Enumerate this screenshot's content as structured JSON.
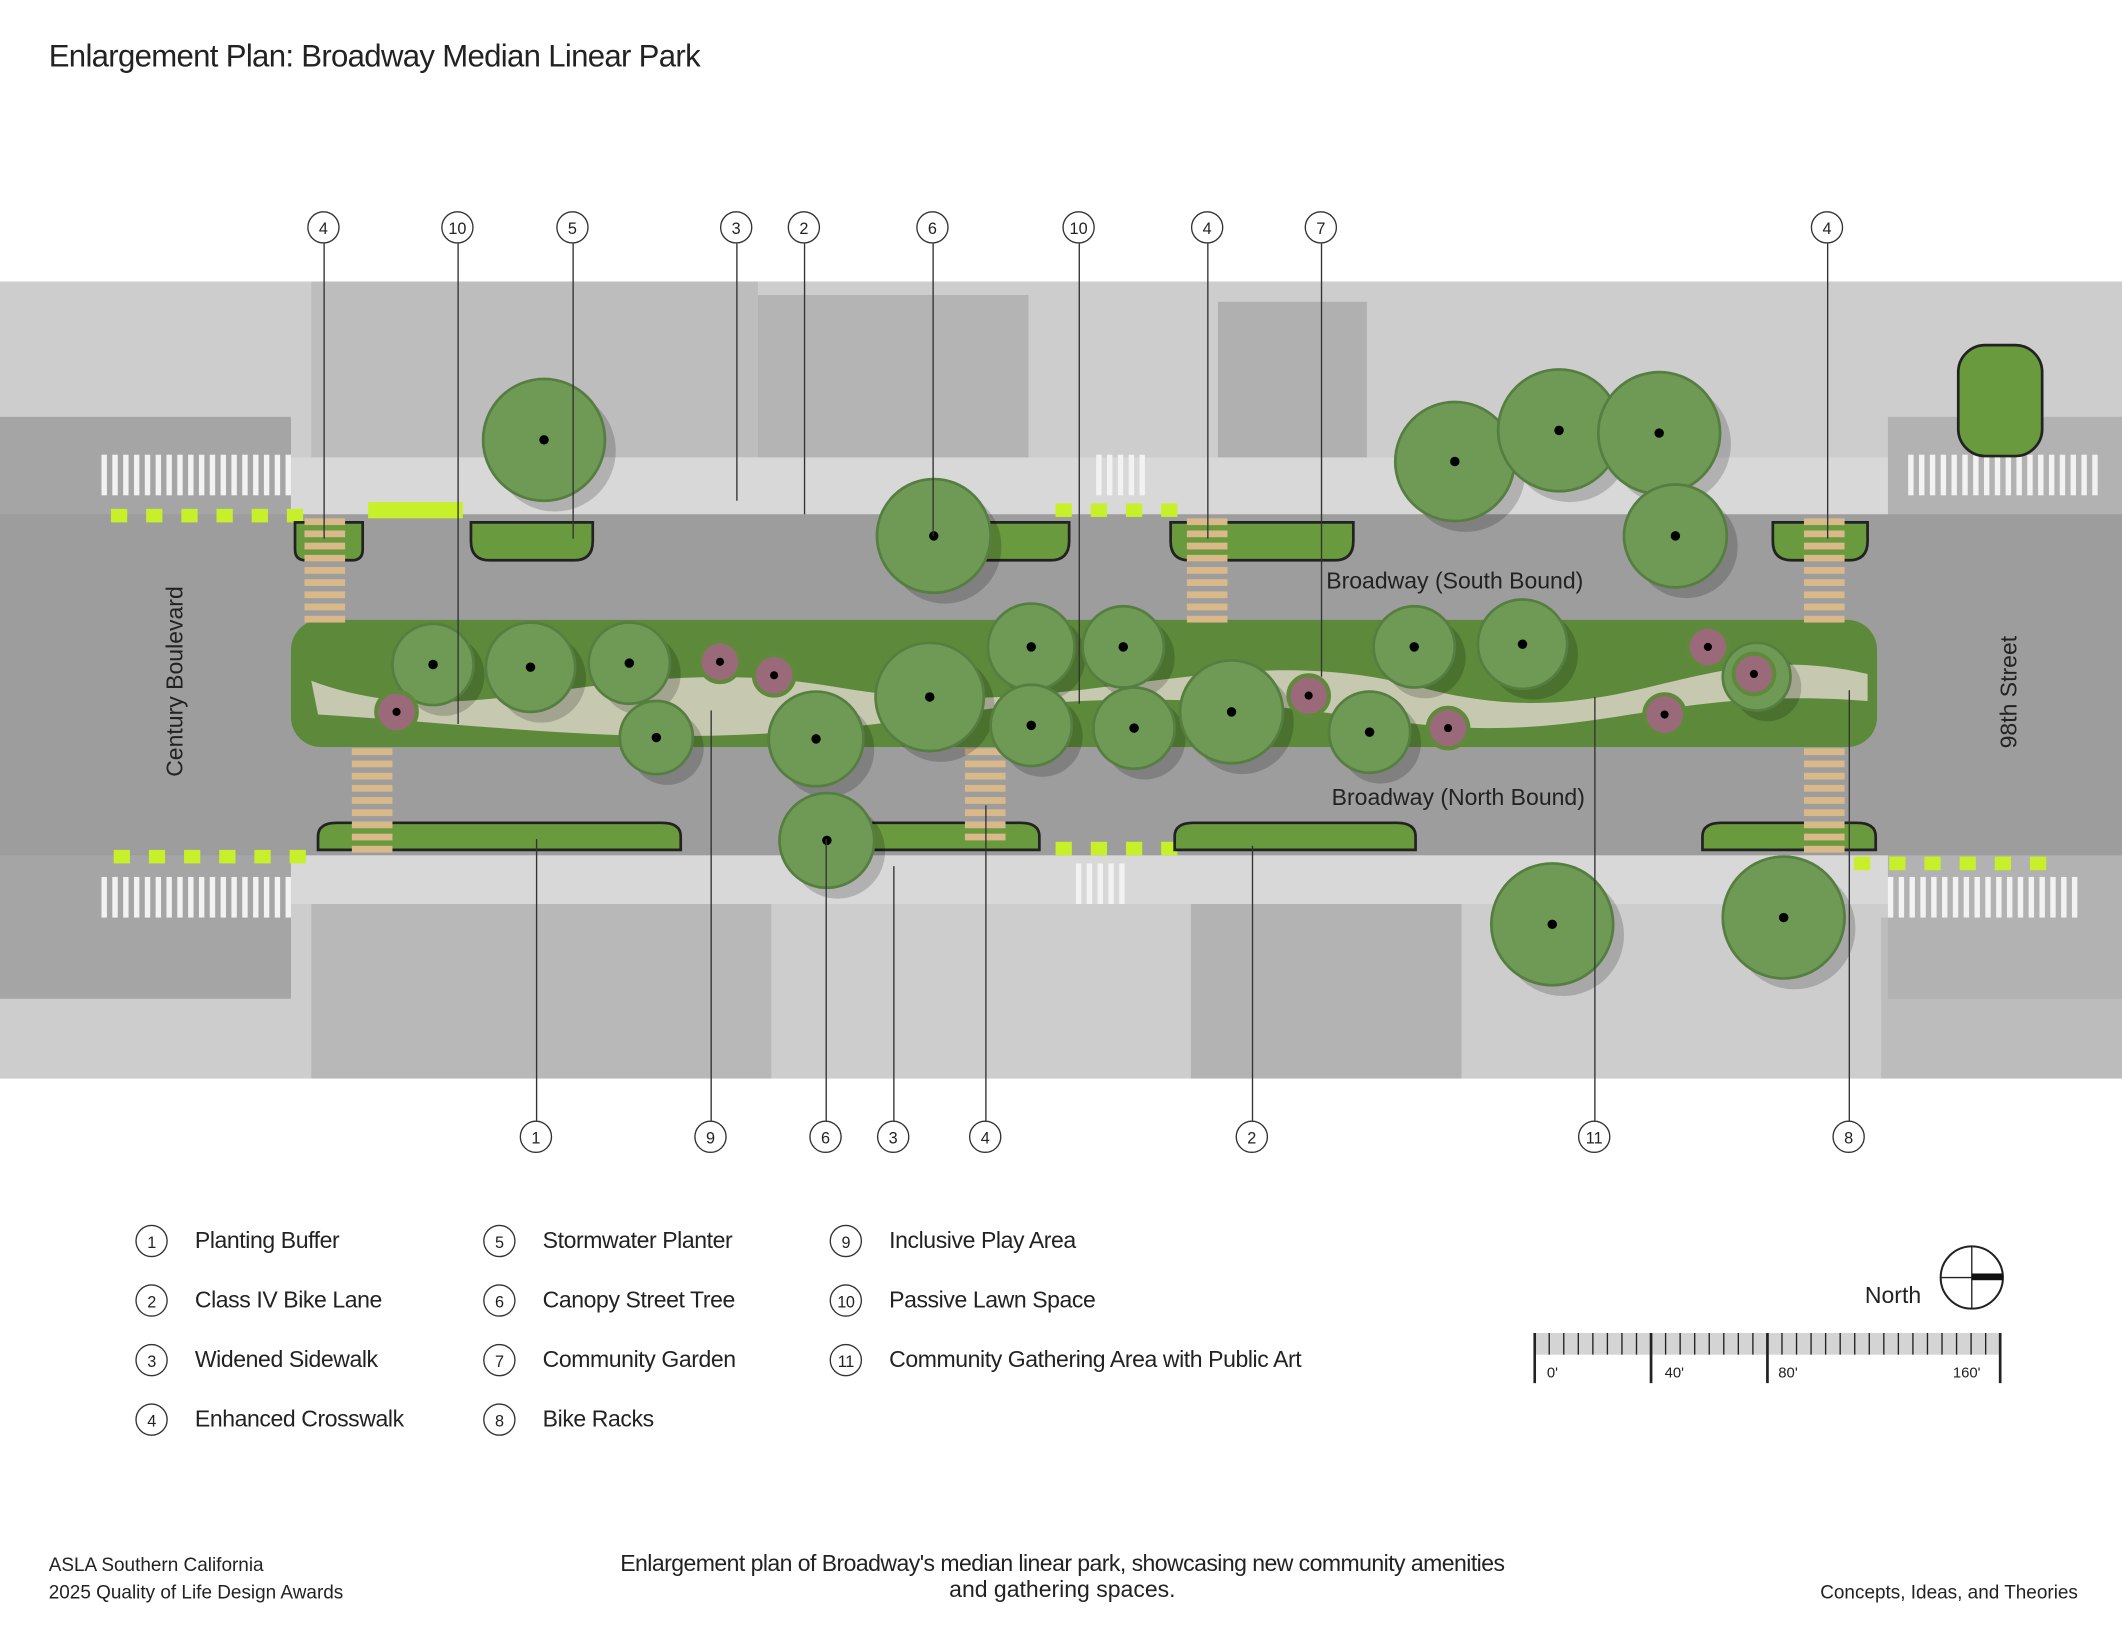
{
  "title": "Enlargement Plan: Broadway Median Linear Park",
  "map_labels": {
    "century": "Century Boulevard",
    "street98": "98th Street",
    "southbound": "Broadway (South Bound)",
    "northbound": "Broadway (North Bound)"
  },
  "top_callouts": [
    "4",
    "10",
    "5",
    "3",
    "2",
    "6",
    "10",
    "4",
    "7",
    "4"
  ],
  "bottom_callouts": [
    "1",
    "9",
    "6",
    "3",
    "4",
    "2",
    "11",
    "8"
  ],
  "legend": [
    {
      "num": "1",
      "label": "Planting Buffer"
    },
    {
      "num": "2",
      "label": "Class IV Bike Lane"
    },
    {
      "num": "3",
      "label": "Widened Sidewalk"
    },
    {
      "num": "4",
      "label": "Enhanced Crosswalk"
    },
    {
      "num": "5",
      "label": "Stormwater Planter"
    },
    {
      "num": "6",
      "label": "Canopy Street Tree"
    },
    {
      "num": "7",
      "label": "Community Garden"
    },
    {
      "num": "8",
      "label": "Bike Racks"
    },
    {
      "num": "9",
      "label": "Inclusive Play Area"
    },
    {
      "num": "10",
      "label": "Passive Lawn Space"
    },
    {
      "num": "11",
      "label": "Community Gathering Area with Public Art"
    }
  ],
  "north_label": "North",
  "scale_bar": {
    "labels": [
      "0'",
      "40'",
      "80'",
      "160'"
    ]
  },
  "footer": {
    "org_line1": "ASLA Southern California",
    "org_line2": "2025 Quality of Life Design Awards",
    "caption_line1": "Enlargement plan of Broadway's median linear park, showcasing new community amenities",
    "caption_line2": "and gathering spaces.",
    "category": "Concepts, Ideas, and Theories"
  },
  "colors": {
    "bike_lane": "#c8f02a",
    "median_green": "#5f8a3a",
    "road": "#9b9b9b",
    "crosswalk": "#d9b98a",
    "tree": "#6f9a55"
  }
}
